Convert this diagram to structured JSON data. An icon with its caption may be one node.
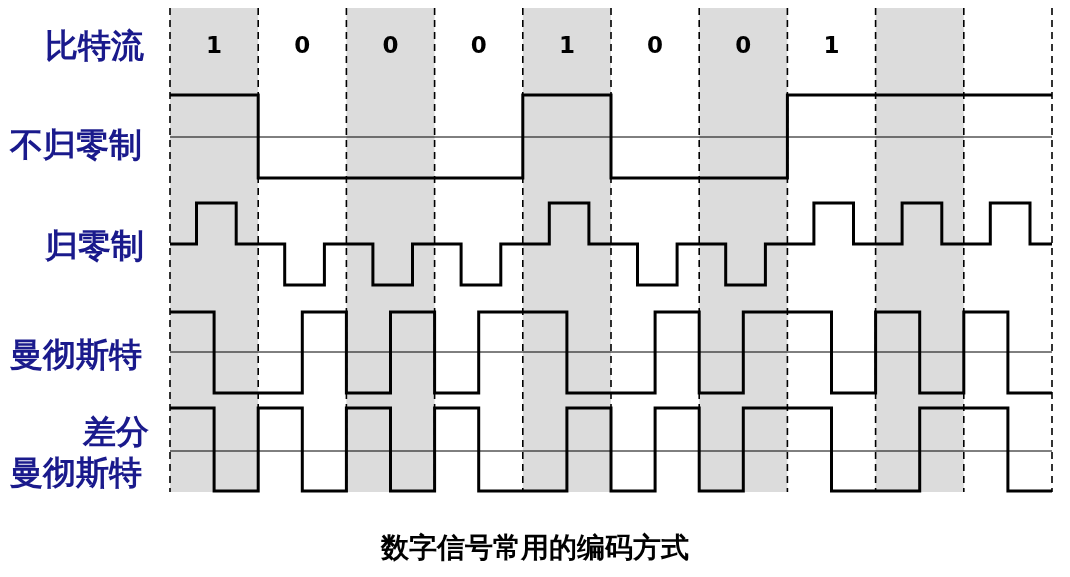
{
  "diagram": {
    "caption": "数字信号常用的编码方式",
    "labels": [
      "比特流",
      "1",
      "0",
      "0",
      "0",
      "1",
      "0",
      "0",
      "1",
      "不归零制",
      "归零制",
      "曼彻斯特",
      "差分曼彻斯特"
    ]
  }
}
